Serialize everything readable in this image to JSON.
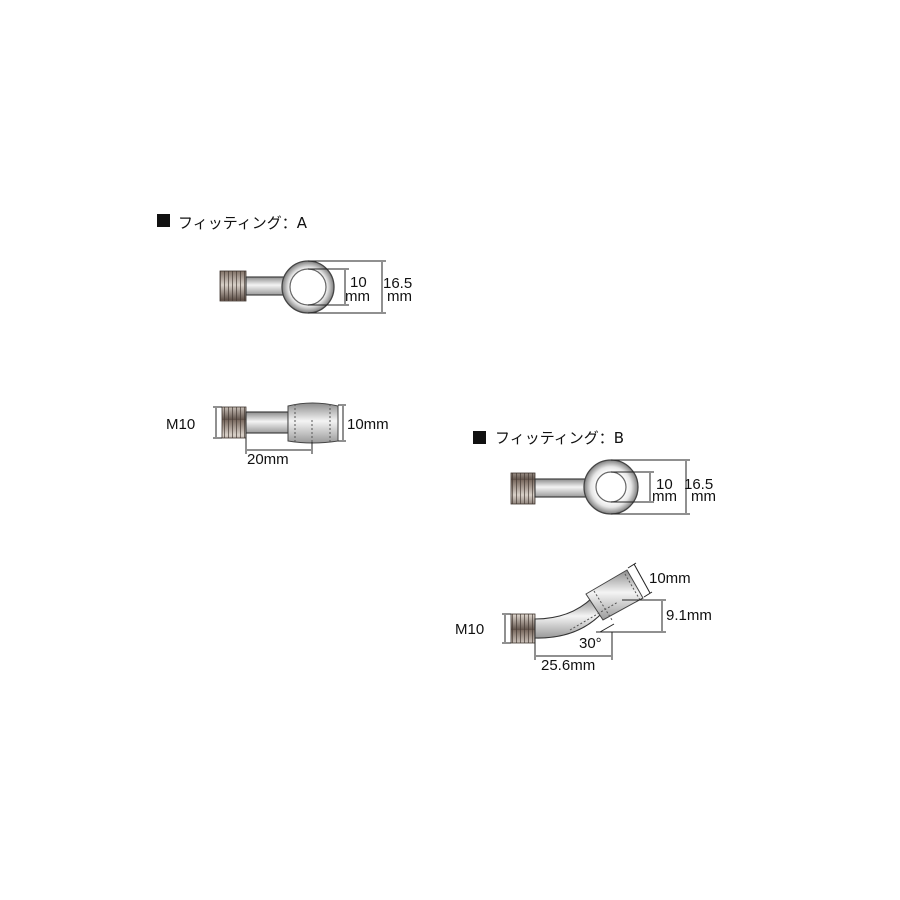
{
  "fittingA": {
    "title": "フィッティング：A",
    "top": {
      "inner_value": "10",
      "inner_unit": "mm",
      "outer_value": "16.5",
      "outer_unit": "mm"
    },
    "side": {
      "thread": "M10",
      "thickness": "10mm",
      "length": "20mm"
    }
  },
  "fittingB": {
    "title": "フィッティング：B",
    "top": {
      "inner_value": "10",
      "inner_unit": "mm",
      "outer_value": "16.5",
      "outer_unit": "mm"
    },
    "side": {
      "thread": "M10",
      "thickness": "10mm",
      "height": "9.1mm",
      "angle": "30°",
      "length": "25.6mm"
    }
  },
  "colors": {
    "metal_light": "#f2f2f2",
    "metal_mid": "#b5b5b5",
    "metal_dark": "#4a4a4a",
    "line": "#222222"
  }
}
